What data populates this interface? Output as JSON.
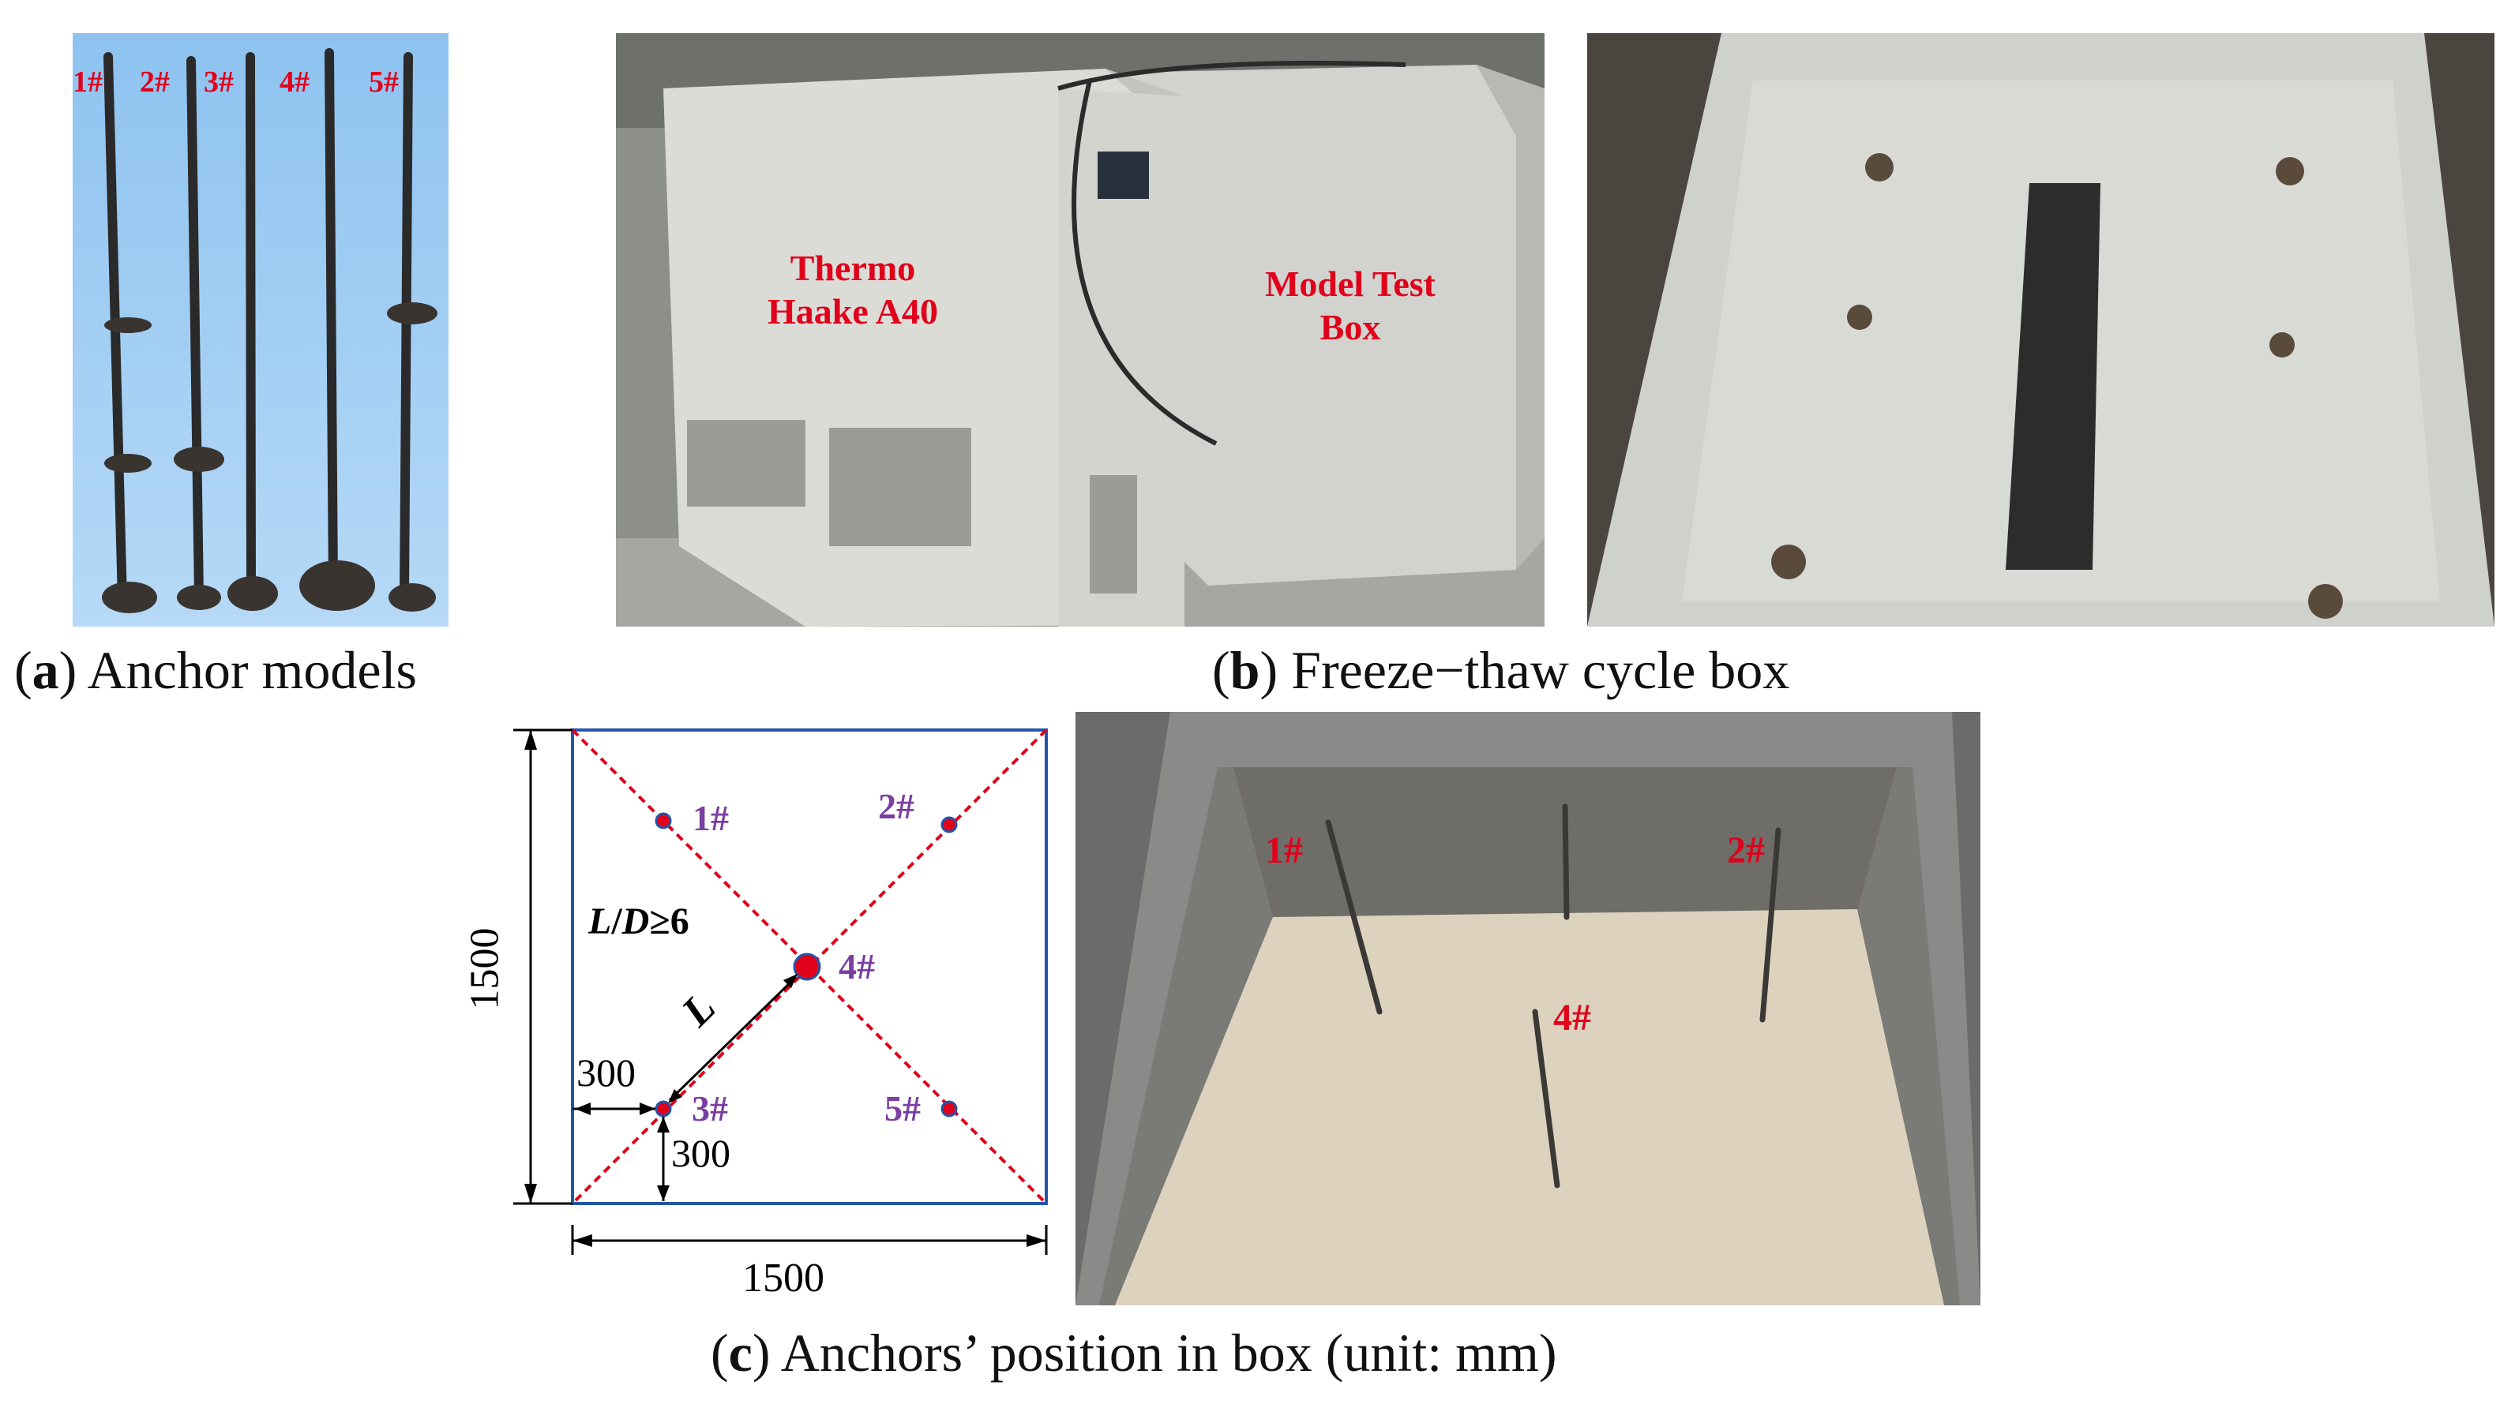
{
  "figure": {
    "captions": {
      "a": {
        "letter": "a",
        "text": "Anchor models"
      },
      "b": {
        "letter": "b",
        "text": "Freeze−thaw cycle box"
      },
      "c": {
        "letter": "c",
        "text": "Anchors’ position in box (unit: mm)"
      }
    },
    "panel_a": {
      "labels": [
        "1#",
        "2#",
        "3#",
        "4#",
        "5#"
      ]
    },
    "panel_b": {
      "left_text_line1": "Thermo",
      "left_text_line2": "Haake A40",
      "right_text_line1": "Model Test",
      "right_text_line2": "Box"
    },
    "panel_c_diagram": {
      "anchors": [
        "1#",
        "2#",
        "3#",
        "4#",
        "5#"
      ],
      "ratio_label_italic_1": "L",
      "ratio_label_mid": "/",
      "ratio_label_italic_2": "D",
      "ratio_label_end": "≥6",
      "length_label": "L",
      "dim_left": "1500",
      "dim_bottom": "1500",
      "offset_x": "300",
      "offset_y": "300"
    },
    "panel_c_photo": {
      "labels": [
        "1#",
        "2#",
        "4#"
      ]
    },
    "colors": {
      "label_red": "#e0001b",
      "anchor_purple": "#7b3fa0",
      "box_blue": "#2255a8",
      "diagonal_red": "#e0001b"
    }
  }
}
